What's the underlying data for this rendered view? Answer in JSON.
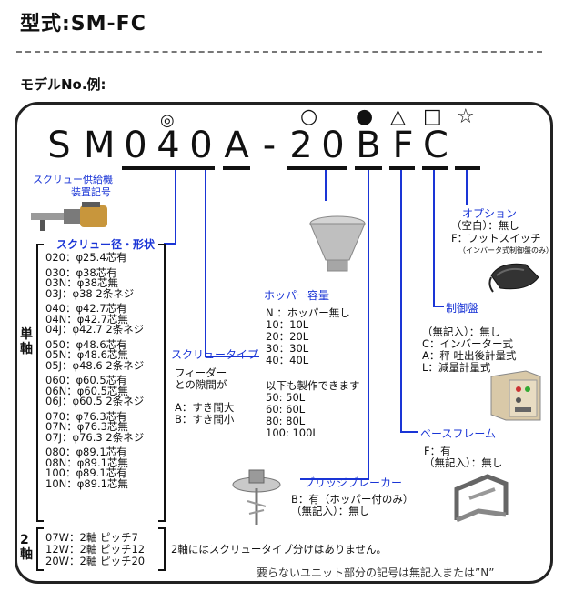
{
  "header": {
    "title": "型式:SM-FC",
    "model_label": "モデルNo.例:"
  },
  "code": {
    "chars": [
      "S",
      "M",
      "0",
      "4",
      "0",
      "A",
      "-",
      "2",
      "0",
      "B",
      "F",
      "C"
    ],
    "symbols": {
      "double_circle": "◎",
      "circle": "○",
      "black_circle": "●",
      "triangle": "△",
      "square": "□",
      "star": "☆"
    }
  },
  "screw_unit": {
    "title_line1": "スクリュー供給機",
    "title_line2": "装置記号"
  },
  "screw_diameter": {
    "title": "スクリュー径・形状",
    "single_axis_label": "単\n軸",
    "groups": [
      [
        "020：φ25.4芯有"
      ],
      [
        "030：φ38芯有",
        "03N：φ38芯無",
        "03J：φ38 2条ネジ"
      ],
      [
        "040：φ42.7芯有",
        "04N：φ42.7芯無",
        "04J：φ42.7 2条ネジ"
      ],
      [
        "050：φ48.6芯有",
        "05N：φ48.6芯無",
        "05J：φ48.6 2条ネジ"
      ],
      [
        "060：φ60.5芯有",
        "06N：φ60.5芯無",
        "06J：φ60.5 2条ネジ"
      ],
      [
        "070：φ76.3芯有",
        "07N：φ76.3芯無",
        "07J：φ76.3 2条ネジ"
      ],
      [
        "080：φ89.1芯有",
        "08N：φ89.1芯無",
        "100：φ89.1芯有",
        "10N：φ89.1芯無"
      ]
    ],
    "double_axis_label": "2\n軸",
    "double_items": [
      "07W：2軸 ピッチ7",
      "12W：2軸 ピッチ12",
      "20W：2軸 ピッチ20"
    ],
    "double_note": "2軸にはスクリュータイプ分けはありません。"
  },
  "screw_type": {
    "title": "スクリュータイプ",
    "desc1": "フィーダー",
    "desc2": "との隙間が",
    "opt_a": "A：すき間大",
    "opt_b": "B：すき間小"
  },
  "hopper": {
    "title": "ホッパー容量",
    "items": [
      "N ：ホッパー無し",
      "10：10L",
      "20：20L",
      "30：30L",
      "40：40L"
    ],
    "note": "以下も製作できます",
    "extra": [
      "50: 50L",
      "60: 60L",
      "80: 80L",
      "100: 100L"
    ]
  },
  "bridge_breaker": {
    "title": "ブリッジブレーカー",
    "opt_b": "B：有（ホッパー付のみ）",
    "opt_none": "（無記入）：無し"
  },
  "base_frame": {
    "title": "ベースフレーム",
    "opt_f": "F：有",
    "opt_none": "（無記入）：無し"
  },
  "control_panel": {
    "title": "制御盤",
    "items": [
      "（無記入）：無し",
      "C：インバーター式",
      "A：秤 吐出後計量式",
      "L：減量計量式"
    ]
  },
  "option": {
    "title": "オプション",
    "opt_blank": "（空白）：無し",
    "opt_f": "F：フットスイッチ",
    "opt_f_note": "（インバータ式制御盤のみ）"
  },
  "footer_note": "要らないユニット部分の記号は無記入または”N”",
  "colors": {
    "accent": "#1a35d6"
  }
}
